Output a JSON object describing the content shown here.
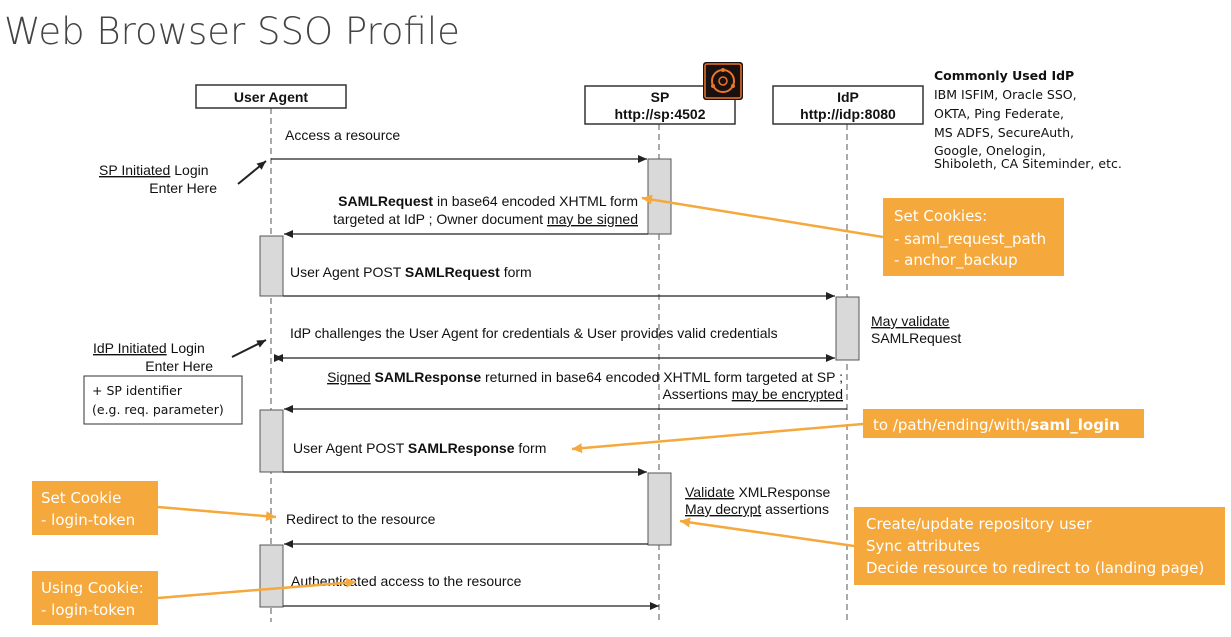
{
  "title": "Web Browser SSO Profile",
  "colors": {
    "callout": "#f5a83c",
    "line": "#333333",
    "lifeline": "#555555",
    "activation": "#d9d9d9"
  },
  "actors": {
    "user_agent": {
      "label": "User Agent"
    },
    "sp": {
      "label": "SP",
      "url": "http://sp:4502",
      "icon": "aem-logo-icon"
    },
    "idp": {
      "label": "IdP",
      "url": "http://idp:8080"
    }
  },
  "commonly_used_idp": {
    "heading": "Commonly Used IdP",
    "lines": [
      "IBM ISFIM, Oracle SSO,",
      "OKTA, Ping Federate,",
      "MS ADFS, SecureAuth,",
      "Google, Onelogin,",
      "Shiboleth, CA Siteminder, etc."
    ]
  },
  "side_labels": {
    "sp_initiated": {
      "underlined": "SP Initiated",
      "rest": " Login",
      "line2": "Enter Here"
    },
    "idp_initiated": {
      "underlined": "IdP Initiated",
      "rest": " Login",
      "line2": "Enter Here"
    },
    "sp_identifier": {
      "line1": "+ SP identifier",
      "line2": "(e.g. req. parameter)"
    }
  },
  "messages": {
    "access_resource": "Access a resource",
    "saml_request": {
      "bold": "SAMLRequest",
      "rest1": " in base64 encoded XHTML form",
      "line2a": "targeted at IdP ; Owner document ",
      "line2u": "may be signed"
    },
    "post_request": {
      "pre": "User Agent POST ",
      "bold": "SAMLRequest",
      "post": " form"
    },
    "challenge": "IdP challenges the User Agent for credentials & User provides valid credentials",
    "saml_response": {
      "u": "Signed",
      "bold": " SAMLResponse",
      "rest1": " returned in base64 encoded XHTML form targeted at SP ;",
      "line2a": "Assertions ",
      "line2u": "may be encrypted"
    },
    "post_response": {
      "pre": "User Agent POST ",
      "bold": "SAMLResponse",
      "post": " form"
    },
    "redirect": "Redirect to the resource",
    "authenticated": "Authenticated access to the resource"
  },
  "notes": {
    "may_validate": {
      "u": "May validate",
      "line2": "SAMLRequest"
    },
    "validate_response": {
      "u1": "Validate",
      "rest1": " XMLResponse",
      "u2": "May decrypt",
      "rest2": " assertions"
    }
  },
  "callouts": {
    "set_cookies": {
      "lines": [
        "Set Cookies:",
        "- saml_request_path",
        "- anchor_backup"
      ]
    },
    "saml_login": {
      "pre": "to /path/ending/with/",
      "bold": "saml_login"
    },
    "set_cookie": {
      "lines": [
        "Set Cookie",
        "- login-token"
      ]
    },
    "repository": {
      "lines": [
        "Create/update repository user",
        "Sync attributes",
        "Decide resource to redirect to (landing page)"
      ]
    },
    "using_cookie": {
      "lines": [
        "Using Cookie:",
        "- login-token"
      ]
    }
  }
}
